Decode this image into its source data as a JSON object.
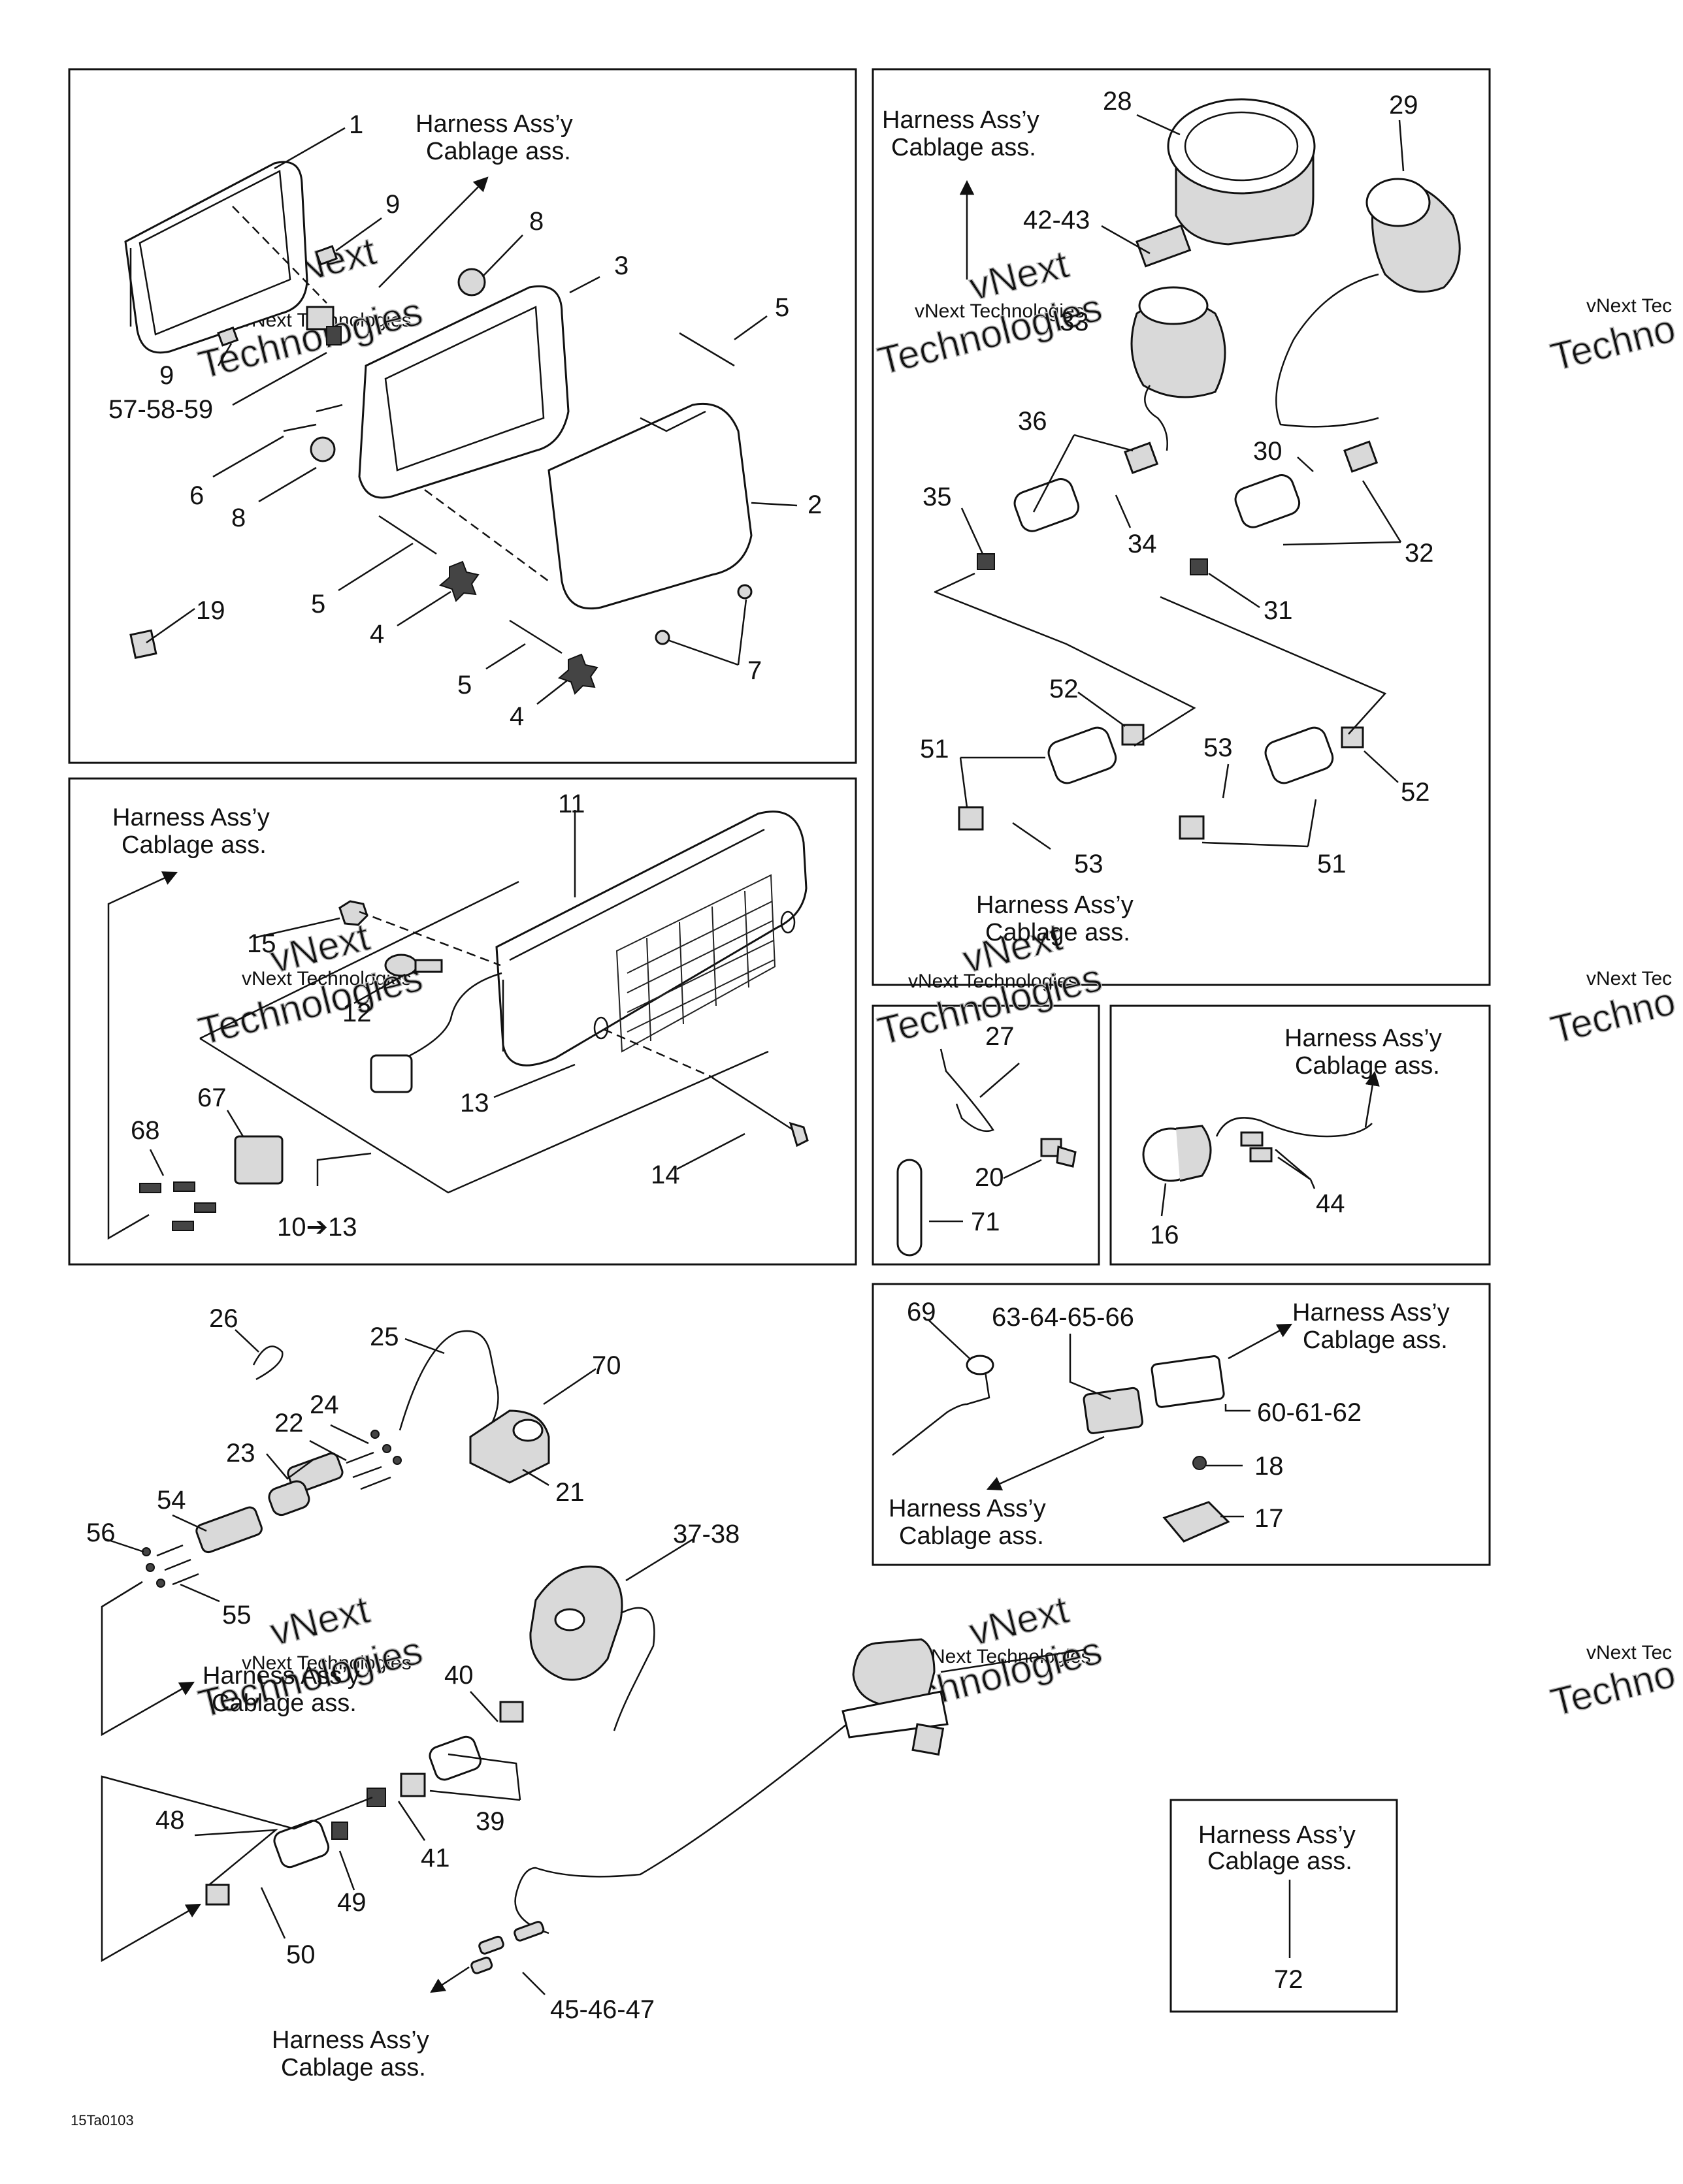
{
  "harness_label": {
    "line1": "Harness Ass’y",
    "line2": "Cablage ass."
  },
  "watermark": {
    "brand": "vNext",
    "company": "vNext Technologies",
    "big": "Technologies",
    "partial_company": "vNext Tec",
    "partial_big": "Techno"
  },
  "figure_code": "15Ta0103",
  "callouts": {
    "p1": "1",
    "p2": "2",
    "p3": "3",
    "p4": "4",
    "p5": "5",
    "p6": "6",
    "p7": "7",
    "p8": "8",
    "p9": "9",
    "p10_13": "10➔13",
    "p11": "11",
    "p12": "12",
    "p13": "13",
    "p14": "14",
    "p15": "15",
    "p16": "16",
    "p17": "17",
    "p18": "18",
    "p19": "19",
    "p20": "20",
    "p21": "21",
    "p22": "22",
    "p23": "23",
    "p24": "24",
    "p25": "25",
    "p26": "26",
    "p27": "27",
    "p28": "28",
    "p29": "29",
    "p30": "30",
    "p31": "31",
    "p32": "32",
    "p33": "33",
    "p34": "34",
    "p35": "35",
    "p36": "36",
    "p37_38": "37-38",
    "p39": "39",
    "p40": "40",
    "p41": "41",
    "p42_43": "42-43",
    "p44": "44",
    "p45_46_47": "45-46-47",
    "p48": "48",
    "p49": "49",
    "p50": "50",
    "p51": "51",
    "p52": "52",
    "p53": "53",
    "p54": "54",
    "p55": "55",
    "p56": "56",
    "p57_58_59": "57-58-59",
    "p60_61_62": "60-61-62",
    "p63_64_65_66": "63-64-65-66",
    "p67": "67",
    "p68": "68",
    "p69": "69",
    "p70": "70",
    "p71": "71",
    "p72": "72"
  }
}
